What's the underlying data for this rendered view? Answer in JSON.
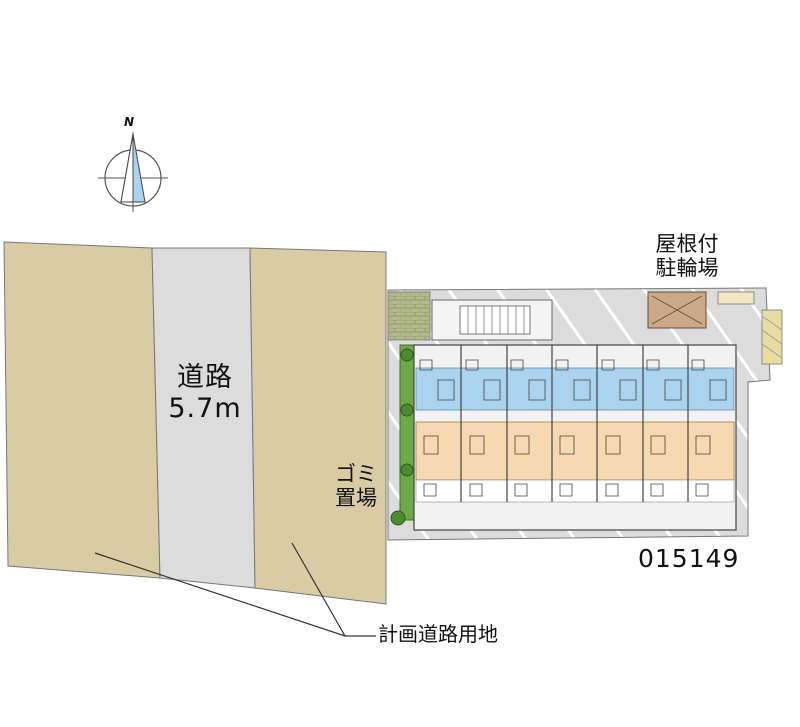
{
  "labels": {
    "north": "N",
    "road_name": "道路",
    "road_width": "5.7m",
    "garbage_line1": "ゴミ",
    "garbage_line2": "置場",
    "bicycle_line1": "屋根付",
    "bicycle_line2": "駐輪場",
    "property_code": "015149",
    "planned_road": "計画道路用地"
  },
  "colors": {
    "planned_road_land": "#d9cca5",
    "road": "#dcdcdc",
    "building_blue": "#a9d3ef",
    "building_orange": "#f6d9b0",
    "hedge": "#6fa84a",
    "paving": "#d8d8d8",
    "brick": "#a9b07a"
  },
  "building": {
    "unit_count": 7
  }
}
